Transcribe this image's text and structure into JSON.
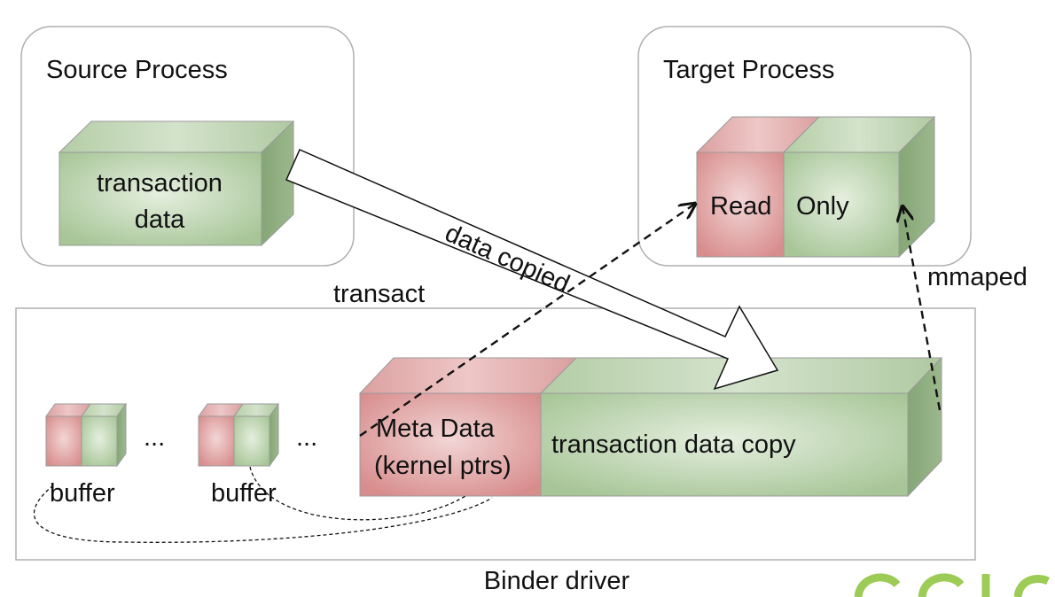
{
  "source": {
    "title": "Source Process",
    "box_line1": "transaction",
    "box_line2": "data"
  },
  "target": {
    "title": "Target Process",
    "read_label": "Read",
    "only_label": "Only"
  },
  "driver": {
    "label": "Binder driver",
    "buffer_label_1": "buffer",
    "buffer_label_2": "buffer",
    "ellipsis_1": "...",
    "ellipsis_2": "...",
    "meta_line1": "Meta Data",
    "meta_line2": "(kernel ptrs)",
    "copy_label": "transaction data copy"
  },
  "arrows": {
    "data_copied": "data copied",
    "transact": "transact",
    "mmaped": "mmaped"
  },
  "colors": {
    "green": "#a9c799",
    "red": "#d88f8f",
    "box_stroke": "#888888",
    "frame": "#b0b0b0"
  }
}
